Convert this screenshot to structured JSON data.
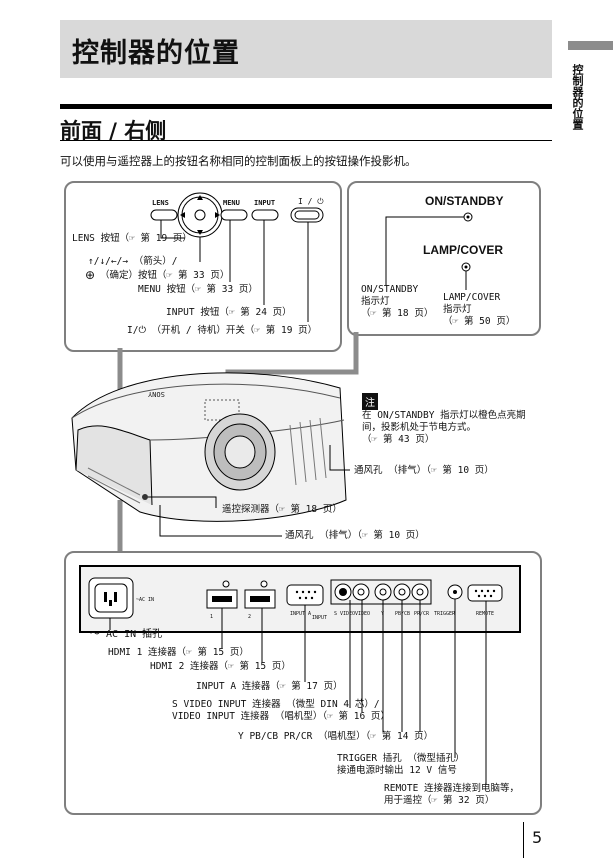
{
  "page_title": "控制器的位置",
  "side_tab": "控制器的位置",
  "section_title": "前面 / 右侧",
  "intro": "可以使用与遥控器上的按钮名称相同的控制面板上的按钮操作投影机。",
  "control_panel": {
    "btn_lens": "LENS",
    "btn_menu": "MENU",
    "btn_input": "INPUT",
    "btn_power": "I / ⏻",
    "lens_label": "LENS 按钮（☞ 第 19 页）",
    "arrow_label_1": "↑/↓/←/→ （箭头）/",
    "arrow_label_2": "（确定）按钮（☞ 第 33 页）",
    "menu_label": "MENU 按钮（☞ 第 33 页）",
    "input_label": "INPUT 按钮（☞ 第 24 页）",
    "power_label": "I/⏻ （开机 / 待机）开关（☞ 第 19 页）"
  },
  "indicator_panel": {
    "on_standby_title": "ON/STANDBY",
    "lamp_cover_title": "LAMP/COVER",
    "on_standby_l1": "ON/STANDBY",
    "on_standby_l2": "指示灯",
    "on_standby_l3": "（☞ 第 18 页）",
    "lamp_l1": "LAMP/COVER",
    "lamp_l2": "指示灯",
    "lamp_l3": "（☞ 第 50 页）"
  },
  "note": {
    "badge": "注",
    "l1": "在 ON/STANDBY 指示灯以橙色点亮期",
    "l2": "间，投影机处于节电方式。",
    "l3": "（☞ 第 43 页）"
  },
  "projector": {
    "brand": "SONY",
    "vent_right": "通风孔 （排气）（☞ 第 10 页）",
    "remote_sensor": "遥控探测器（☞ 第 18 页）",
    "vent_bottom": "通风孔 （排气）（☞ 第 10 页）"
  },
  "rear_panel": {
    "ac_in_mark": "~AC IN",
    "hdmi_1": "1",
    "hdmi_2": "2",
    "input_a": "INPUT A",
    "input": "INPUT",
    "svideo": "S VIDEO",
    "video": "VIDEO",
    "y": "Y",
    "pb": "PB/CB",
    "pr": "PR/CR",
    "trigger": "TRIGGER",
    "remote": "REMOTE",
    "ac_label": "～ AC  IN 插孔",
    "hdmi1_label": "HDMI  1 连接器（☞ 第 15 页）",
    "hdmi2_label": "HDMI  2 连接器（☞ 第 15 页）",
    "inputa_label": "INPUT A 连接器（☞ 第 17 页）",
    "svideo_label_1": "S VIDEO INPUT 连接器 （微型 DIN 4 芯）/",
    "svideo_label_2": "VIDEO  INPUT 连接器 （唱机型）（☞ 第 16 页）",
    "ypbpr_label": "Y PB/CB PR/CR （唱机型）（☞ 第 14 页）",
    "trigger_label_1": "TRIGGER 插孔 （微型插孔）",
    "trigger_label_2": "接通电源时输出 12  V 信号",
    "remote_label_1": "REMOTE 连接器连接到电脑等，",
    "remote_label_2": "用于遥控（☞ 第 32 页）"
  },
  "page_number": "5"
}
